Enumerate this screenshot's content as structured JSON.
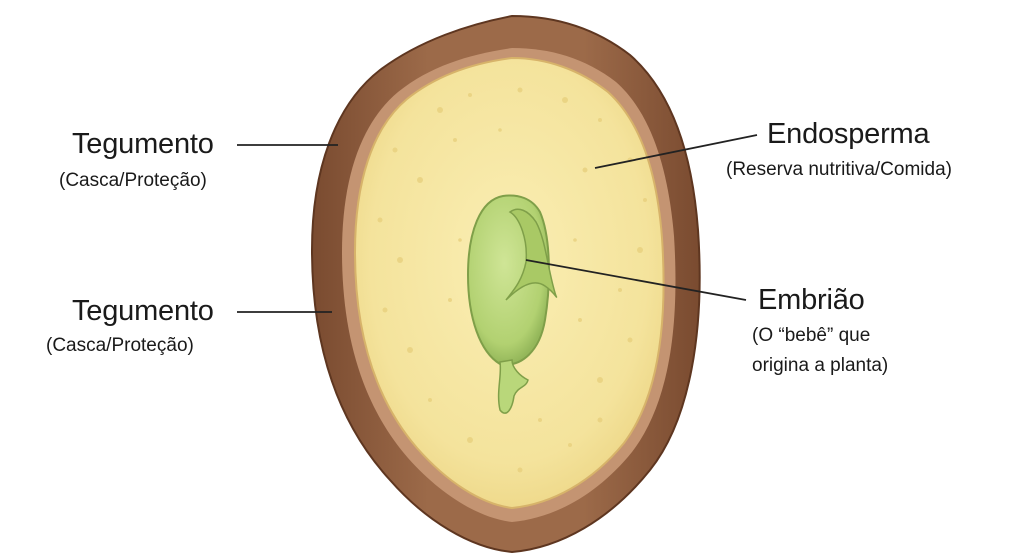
{
  "labels": {
    "tegumento_top": {
      "title": "Tegumento",
      "subtitle": "(Casca/Proteção)"
    },
    "tegumento_bottom": {
      "title": "Tegumento",
      "subtitle": "(Casca/Proteção)"
    },
    "endosperma": {
      "title": "Endosperma",
      "subtitle": "(Reserva nutritiva/Comida)"
    },
    "embriao": {
      "title": "Embrião",
      "subtitle_line1": "(O “bebê” que",
      "subtitle_line2": "origina a planta)"
    }
  },
  "colors": {
    "seed_coat_outer": "#8b5a3c",
    "seed_coat_inner": "#b07a55",
    "endosperm": "#f6e6a0",
    "endosperm_speckle": "#e8d07a",
    "embryo": "#b9d77a",
    "embryo_dark": "#8fb257",
    "pointer_line": "#222222"
  }
}
